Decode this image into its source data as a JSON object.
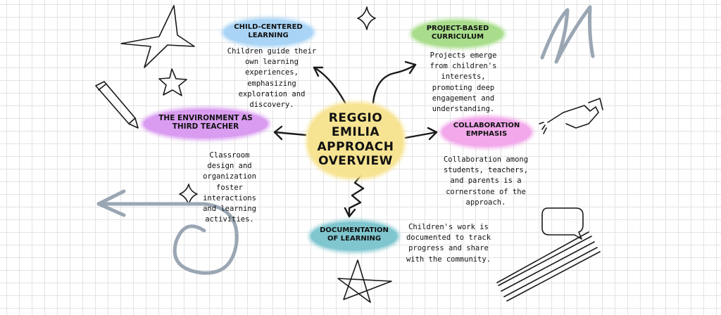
{
  "center": {
    "title": "REGGIO EMILIA APPROACH OVERVIEW",
    "color": "#f7e28a"
  },
  "nodes": [
    {
      "id": "child",
      "label": "CHILD-CENTERED LEARNING",
      "color": "#a9d4f5",
      "desc": "Children guide their own learning experiences, emphasizing exploration and discovery."
    },
    {
      "id": "project",
      "label": "PROJECT-BASED CURRICULUM",
      "color": "#a9dd8c",
      "desc": "Projects emerge from children's interests, promoting deep engagement and understanding."
    },
    {
      "id": "environment",
      "label": "THE ENVIRONMENT AS THIRD TEACHER",
      "color": "#d99cf0",
      "desc": "Classroom design and organization foster interactions and learning activities."
    },
    {
      "id": "collaboration",
      "label": "COLLABORATION EMPHASIS",
      "color": "#f2a8ea",
      "desc": "Collaboration among students, teachers, and parents is a cornerstone of the approach."
    },
    {
      "id": "documentation",
      "label": "DOCUMENTATION OF LEARNING",
      "color": "#7fc6cf",
      "desc": "Children's work is documented to track progress and share with the community."
    }
  ],
  "decor_colors": {
    "ink": "#1a1a1a",
    "swash": "#9aa6b3"
  }
}
